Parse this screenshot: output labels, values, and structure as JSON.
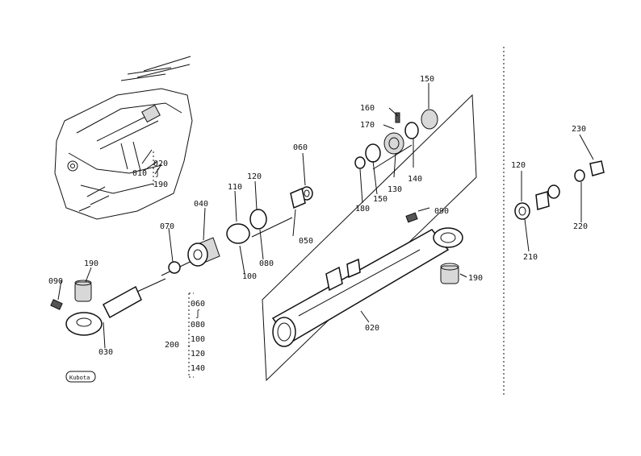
{
  "labels": {
    "p010": "010",
    "p020a": "020",
    "p190a": "190",
    "p150a": "150",
    "p160": "160",
    "p170": "170",
    "p060": "060",
    "p110": "110",
    "p120a": "120",
    "p040": "040",
    "p180": "180",
    "p150b": "150",
    "p130": "130",
    "p140": "140",
    "p090a": "090",
    "p070": "070",
    "p050": "050",
    "p100": "100",
    "p080": "080",
    "p190b": "190",
    "p090b": "090",
    "p030": "030",
    "p190c": "190",
    "p020b": "020",
    "p120b": "120",
    "p230": "230",
    "p210": "210",
    "p220": "220"
  },
  "kit": {
    "number": "200",
    "items": [
      "060",
      "080",
      "100",
      "120",
      "140"
    ]
  },
  "badge": "Kubota"
}
